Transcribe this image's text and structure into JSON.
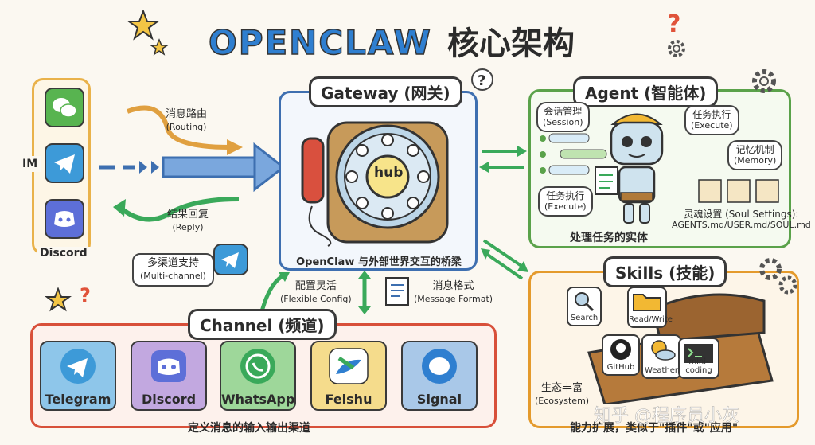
{
  "title": {
    "latin": "OPENCLAW",
    "cn": "核心架构"
  },
  "im": {
    "side_label": "IM",
    "bottom_label": "Discord",
    "routing": {
      "cn": "消息路由",
      "en": "(Routing)"
    },
    "reply": {
      "cn": "结果回复",
      "en": "(Reply)"
    },
    "multichannel": {
      "cn": "多渠道支持",
      "en": "(Multi-channel)"
    }
  },
  "gateway": {
    "header": "Gateway (网关)",
    "hub": "hub",
    "caption": "OpenClaw 与外部世界交互的桥梁",
    "config": {
      "cn": "配置灵活",
      "en": "(Flexible Config)"
    },
    "format": {
      "cn": "消息格式",
      "en": "(Message Format)"
    }
  },
  "agent": {
    "header": "Agent (智能体)",
    "session": {
      "cn": "会话管理",
      "en": "(Session)"
    },
    "execute_top": {
      "cn": "任务执行",
      "en": "(Execute)"
    },
    "memory": {
      "cn": "记忆机制",
      "en": "(Memory)"
    },
    "execute_left": {
      "cn": "任务执行",
      "en": "(Execute)"
    },
    "soul": {
      "cn": "灵魂设置 (Soul Settings):",
      "en": "AGENTS.md/USER.md/SOUL.md"
    },
    "caption": "处理任务的实体"
  },
  "skills": {
    "header": "Skills (技能)",
    "items": [
      "Search",
      "Read/Write",
      "GitHub",
      "Weather",
      "mini-coding"
    ],
    "ecosystem": {
      "cn": "生态丰富",
      "en": "(Ecosystem)"
    },
    "caption": "能力扩展，类似于\"插件\"或\"应用\""
  },
  "channel": {
    "header": "Channel (频道)",
    "apps": [
      "Telegram",
      "Discord",
      "WhatsApp",
      "Feishu",
      "Signal"
    ],
    "caption": "定义消息的输入输出渠道"
  },
  "watermark": "知乎 @程序员小灰",
  "colors": {
    "title_o": "#2f7fd0",
    "title_p": "#e0533a",
    "title_e": "#f2a31b",
    "title_n": "#3aa95a",
    "gateway_border": "#3e6fb0",
    "agent_border": "#5aa24a",
    "skills_border": "#e49a2c",
    "channel_border": "#d8503a",
    "im_border": "#e9b24a"
  },
  "icons": [
    "wechat-icon",
    "telegram-icon",
    "discord-icon",
    "phone-icon",
    "robot-icon",
    "gear-icon",
    "chest-icon",
    "star-icon",
    "question-icon",
    "document-icon"
  ]
}
